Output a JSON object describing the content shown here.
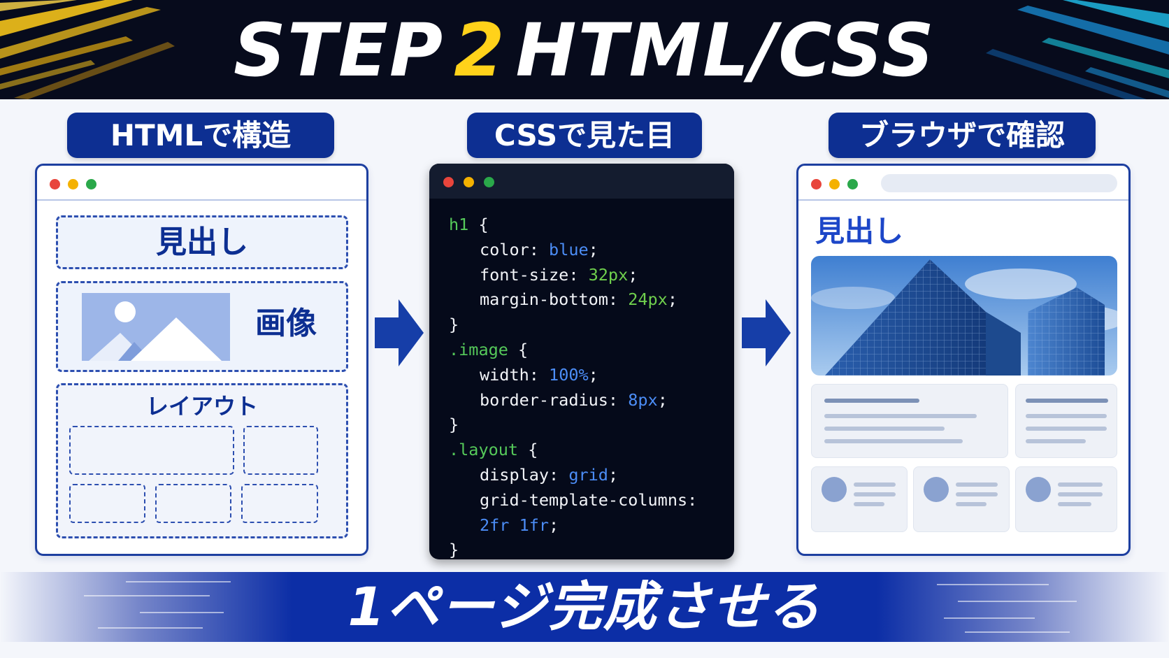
{
  "header": {
    "title_part1": "STEP",
    "title_number": "2",
    "title_part2": "HTML/CSS"
  },
  "steps": [
    {
      "label": "HTMLで構造"
    },
    {
      "label": "CSSで見た目"
    },
    {
      "label": "ブラウザで確認"
    }
  ],
  "structure_window": {
    "heading_block": "見出し",
    "image_block": "画像",
    "layout_block": "レイアウト"
  },
  "code_window": {
    "lines": [
      {
        "selector": "h1",
        "brace": " {"
      },
      {
        "prop": "color: ",
        "value": "blue",
        "value_color": "blue",
        "end": ";"
      },
      {
        "prop": "font-size: ",
        "value": "32px",
        "value_color": "green",
        "end": ";"
      },
      {
        "prop": "margin-bottom: ",
        "value": "24px",
        "value_color": "green",
        "end": ";"
      },
      {
        "close": "}"
      },
      {
        "selector": ".image",
        "brace": " {"
      },
      {
        "prop": "width: ",
        "value": "100%",
        "value_color": "blue",
        "end": ";"
      },
      {
        "prop": "border-radius: ",
        "value": "8px",
        "value_color": "blue",
        "end": ";"
      },
      {
        "close": "}"
      },
      {
        "selector": ".layout",
        "brace": " {"
      },
      {
        "prop": "display: ",
        "value": "grid",
        "value_color": "blue",
        "end": ";"
      },
      {
        "prop": "grid-template-columns:",
        "value": "",
        "value_color": "blue",
        "end": ""
      },
      {
        "prop": "",
        "value": "2fr 1fr",
        "value_color": "blue",
        "end": ";"
      },
      {
        "close": "}"
      }
    ]
  },
  "browser_window": {
    "heading": "見出し"
  },
  "banner": {
    "text": "1ページ完成させる"
  },
  "colors": {
    "accent_yellow": "#ffd21a",
    "navy": "#0d2f92",
    "code_green": "#55c95a",
    "code_blue": "#4c8df6",
    "browser_heading_blue": "#1c46c8"
  }
}
